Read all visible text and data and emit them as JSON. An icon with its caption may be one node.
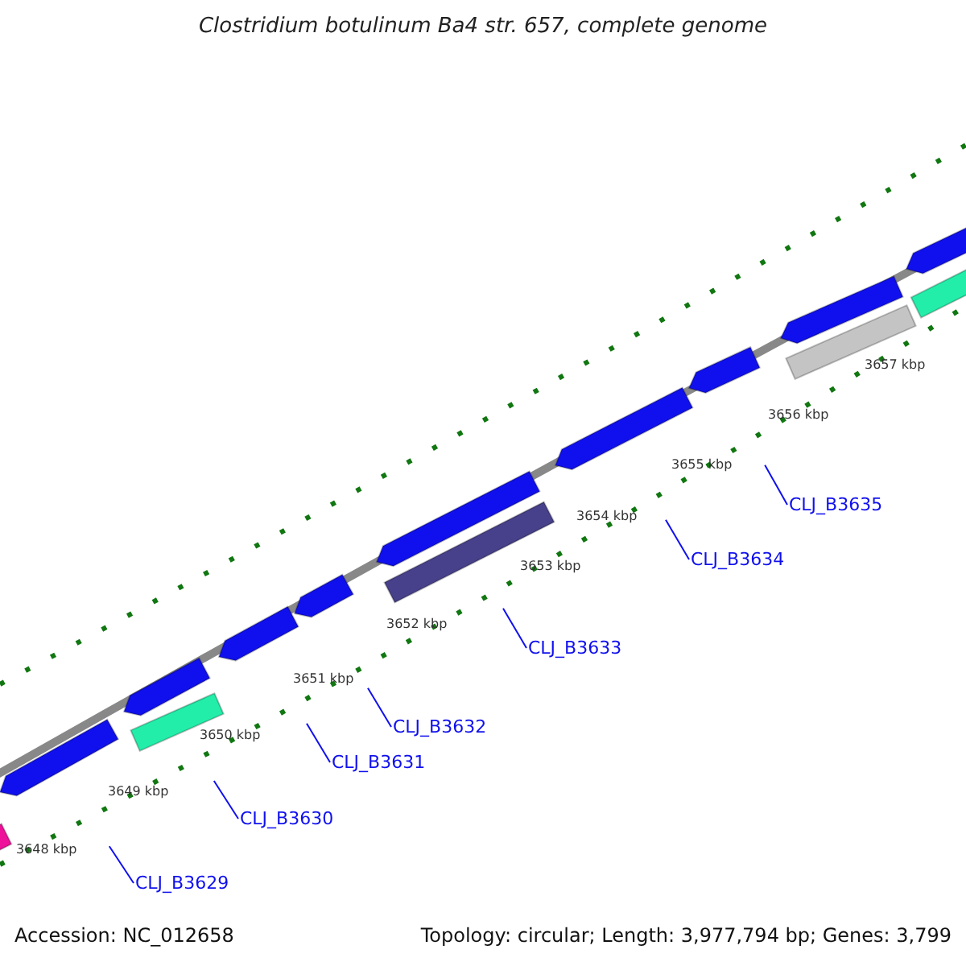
{
  "diagram": {
    "title": "Clostridium botulinum Ba4 str. 657, complete genome",
    "nodes": [
      {
        "text": [
          "CLJ_B3629"
        ]
      },
      {
        "text": [
          "CLJ_B3630"
        ]
      },
      {
        "text": [
          "CLJ_B3631"
        ]
      },
      {
        "text": [
          "CLJ_B3632"
        ]
      },
      {
        "text": [
          "CLJ_B3633"
        ]
      },
      {
        "text": [
          "CLJ_B3634"
        ]
      },
      {
        "text": [
          "CLJ_B3635"
        ]
      }
    ],
    "edges": [
      {
        "from": 0,
        "to": null,
        "arrow": "none"
      },
      {
        "from": 1,
        "to": null,
        "arrow": "none"
      },
      {
        "from": 2,
        "to": null,
        "arrow": "none"
      },
      {
        "from": 3,
        "to": null,
        "arrow": "none"
      },
      {
        "from": 4,
        "to": null,
        "arrow": "none"
      },
      {
        "from": 5,
        "to": null,
        "arrow": "none"
      },
      {
        "from": 6,
        "to": null,
        "arrow": "none"
      }
    ],
    "labels": [
      "3657 kbp",
      "3656 kbp",
      "3655 kbp",
      "3654 kbp",
      "3653 kbp",
      "3652 kbp",
      "3651 kbp",
      "3650 kbp",
      "3649 kbp",
      "3648 kbp",
      "Accession: NC_012658",
      "Topology: circular; Length: 3,977,794 bp; Genes: 3,799"
    ]
  }
}
